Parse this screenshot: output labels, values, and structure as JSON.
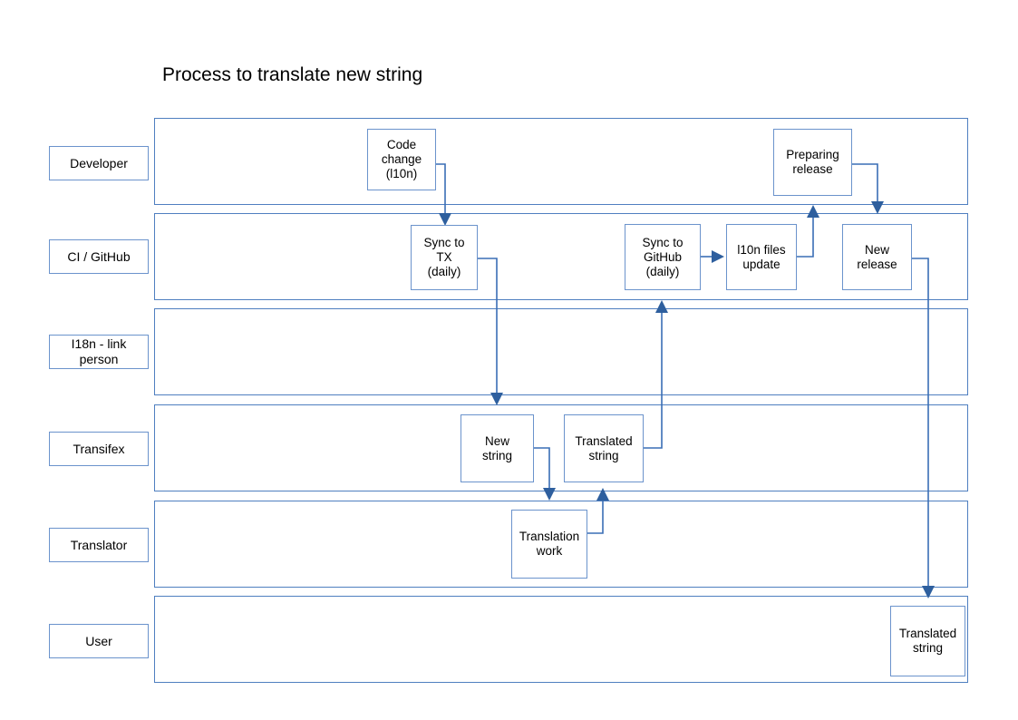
{
  "title": "Process to translate new string",
  "colors": {
    "lane_border": "#4f7fc0",
    "node_border": "#6b93cc",
    "edge_stroke": "#3a6eb5",
    "arrowhead": "#2e5f9e",
    "background": "#ffffff",
    "text": "#000000"
  },
  "lanes": [
    {
      "id": "developer",
      "label": "Developer"
    },
    {
      "id": "ci-github",
      "label": "CI\n/ GitHub"
    },
    {
      "id": "i18n-link-person",
      "label": "I18n - link\nperson"
    },
    {
      "id": "transifex",
      "label": "Transifex"
    },
    {
      "id": "translator",
      "label": "Translator"
    },
    {
      "id": "user",
      "label": "User"
    }
  ],
  "nodes": [
    {
      "id": "code-change",
      "label": "Code\nchange\n(l10n)",
      "lane": "developer"
    },
    {
      "id": "preparing-release",
      "label": "Preparing\nrelease",
      "lane": "developer"
    },
    {
      "id": "sync-to-tx",
      "label": "Sync to\nTX\n(daily)",
      "lane": "ci-github"
    },
    {
      "id": "sync-to-github",
      "label": "Sync to\nGitHub\n(daily)",
      "lane": "ci-github"
    },
    {
      "id": "l10n-files-update",
      "label": "l10n files\nupdate",
      "lane": "ci-github"
    },
    {
      "id": "new-release",
      "label": "New\nrelease",
      "lane": "ci-github"
    },
    {
      "id": "new-string",
      "label": "New\nstring",
      "lane": "transifex"
    },
    {
      "id": "translated-string-tx",
      "label": "Translated\nstring",
      "lane": "transifex"
    },
    {
      "id": "translation-work",
      "label": "Translation\nwork",
      "lane": "translator"
    },
    {
      "id": "translated-string-user",
      "label": "Translated\nstring",
      "lane": "user"
    }
  ],
  "edges": [
    {
      "id": "code-change-to-sync-to-tx",
      "from": "code-change",
      "to": "sync-to-tx"
    },
    {
      "id": "sync-to-tx-to-new-string",
      "from": "sync-to-tx",
      "to": "new-string"
    },
    {
      "id": "new-string-to-translation-work",
      "from": "new-string",
      "to": "translation-work"
    },
    {
      "id": "translation-work-to-translated-string",
      "from": "translation-work",
      "to": "translated-string-tx"
    },
    {
      "id": "translated-string-to-sync-to-github",
      "from": "translated-string-tx",
      "to": "sync-to-github"
    },
    {
      "id": "sync-to-github-to-l10n-files-update",
      "from": "sync-to-github",
      "to": "l10n-files-update"
    },
    {
      "id": "l10n-files-update-to-preparing-release",
      "from": "l10n-files-update",
      "to": "preparing-release"
    },
    {
      "id": "preparing-release-to-new-release",
      "from": "preparing-release",
      "to": "new-release"
    },
    {
      "id": "new-release-to-translated-string-user",
      "from": "new-release",
      "to": "translated-string-user"
    }
  ]
}
